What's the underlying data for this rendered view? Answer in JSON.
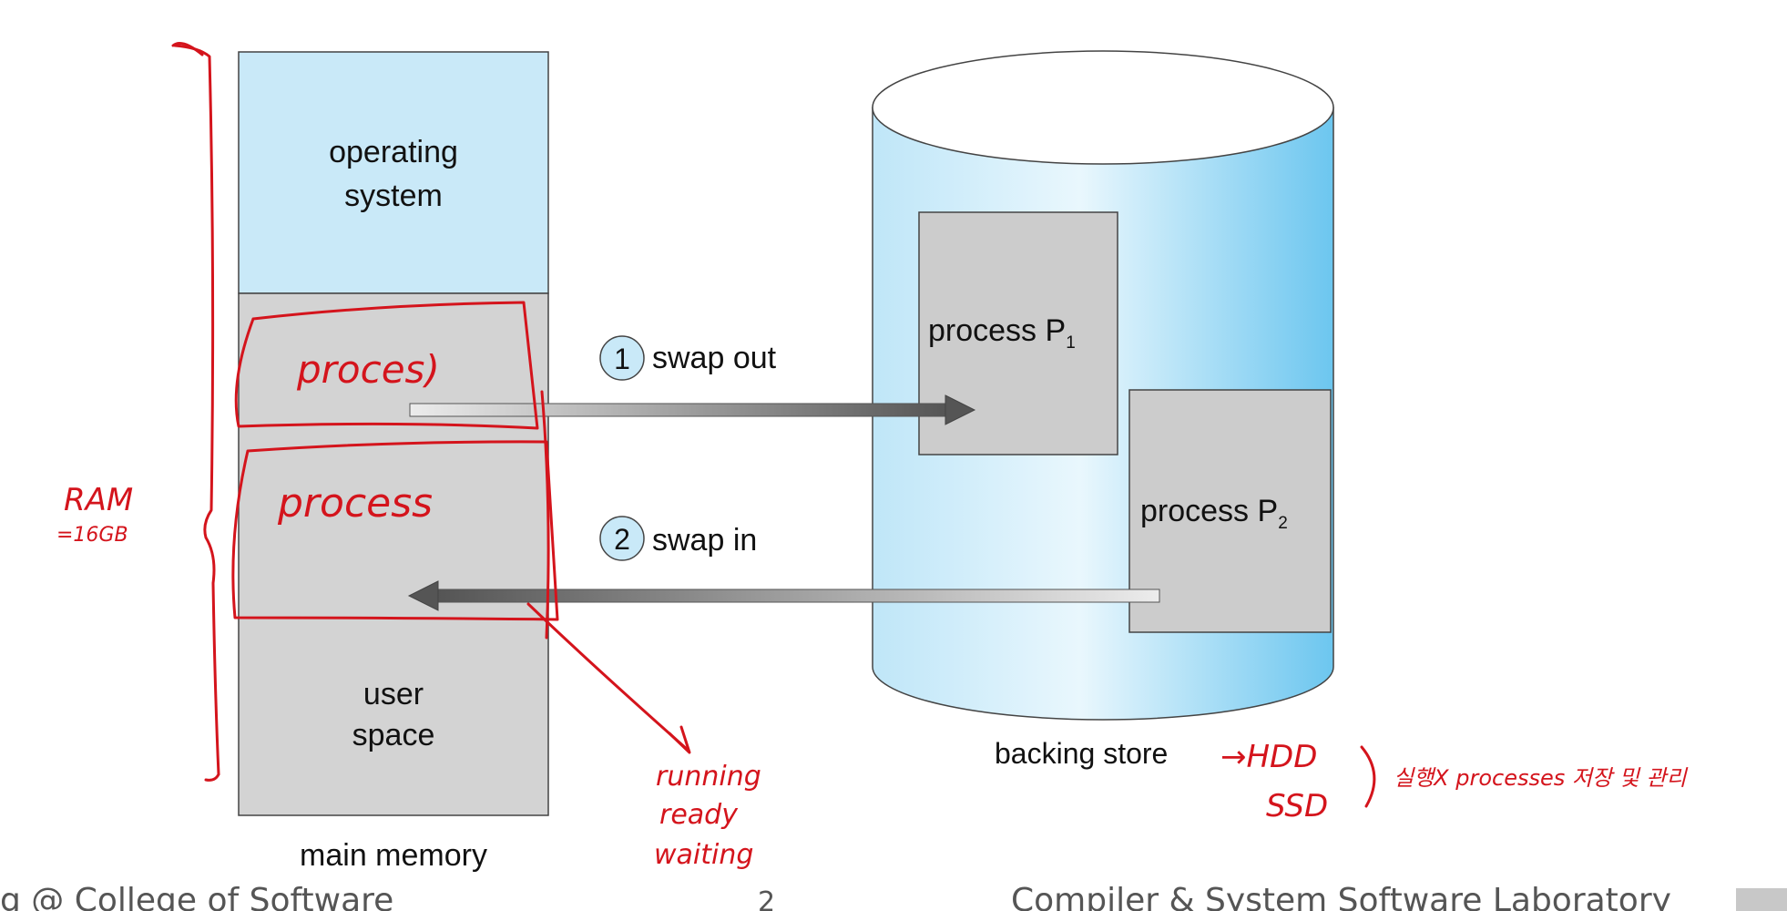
{
  "memory": {
    "os_label": [
      "operating",
      "system"
    ],
    "user_label": [
      "user",
      "space"
    ],
    "caption": "main memory"
  },
  "backing_store": {
    "caption": "backing store",
    "p1_label": "process P",
    "p1_sub": "1",
    "p2_label": "process P",
    "p2_sub": "2"
  },
  "swap_out": {
    "step": "1",
    "label": "swap out"
  },
  "swap_in": {
    "step": "2",
    "label": "swap in"
  },
  "annotations": {
    "ram": [
      "RAM",
      "=16GB"
    ],
    "process_a": "proces)",
    "process_b": "process",
    "states": [
      "running",
      "ready",
      "waiting"
    ],
    "storage": [
      "→HDD",
      "SSD"
    ],
    "storage_note": "실행X processes 저장 및 관리"
  },
  "footer": {
    "left": "g @ College of Software",
    "page": "2",
    "right": "Compiler & System Software Laboratory"
  },
  "colors": {
    "os_fill": "#c9e9f8",
    "user_fill": "#d3d3d3",
    "box_fill": "#cccccc",
    "ink": "#d4141c"
  }
}
